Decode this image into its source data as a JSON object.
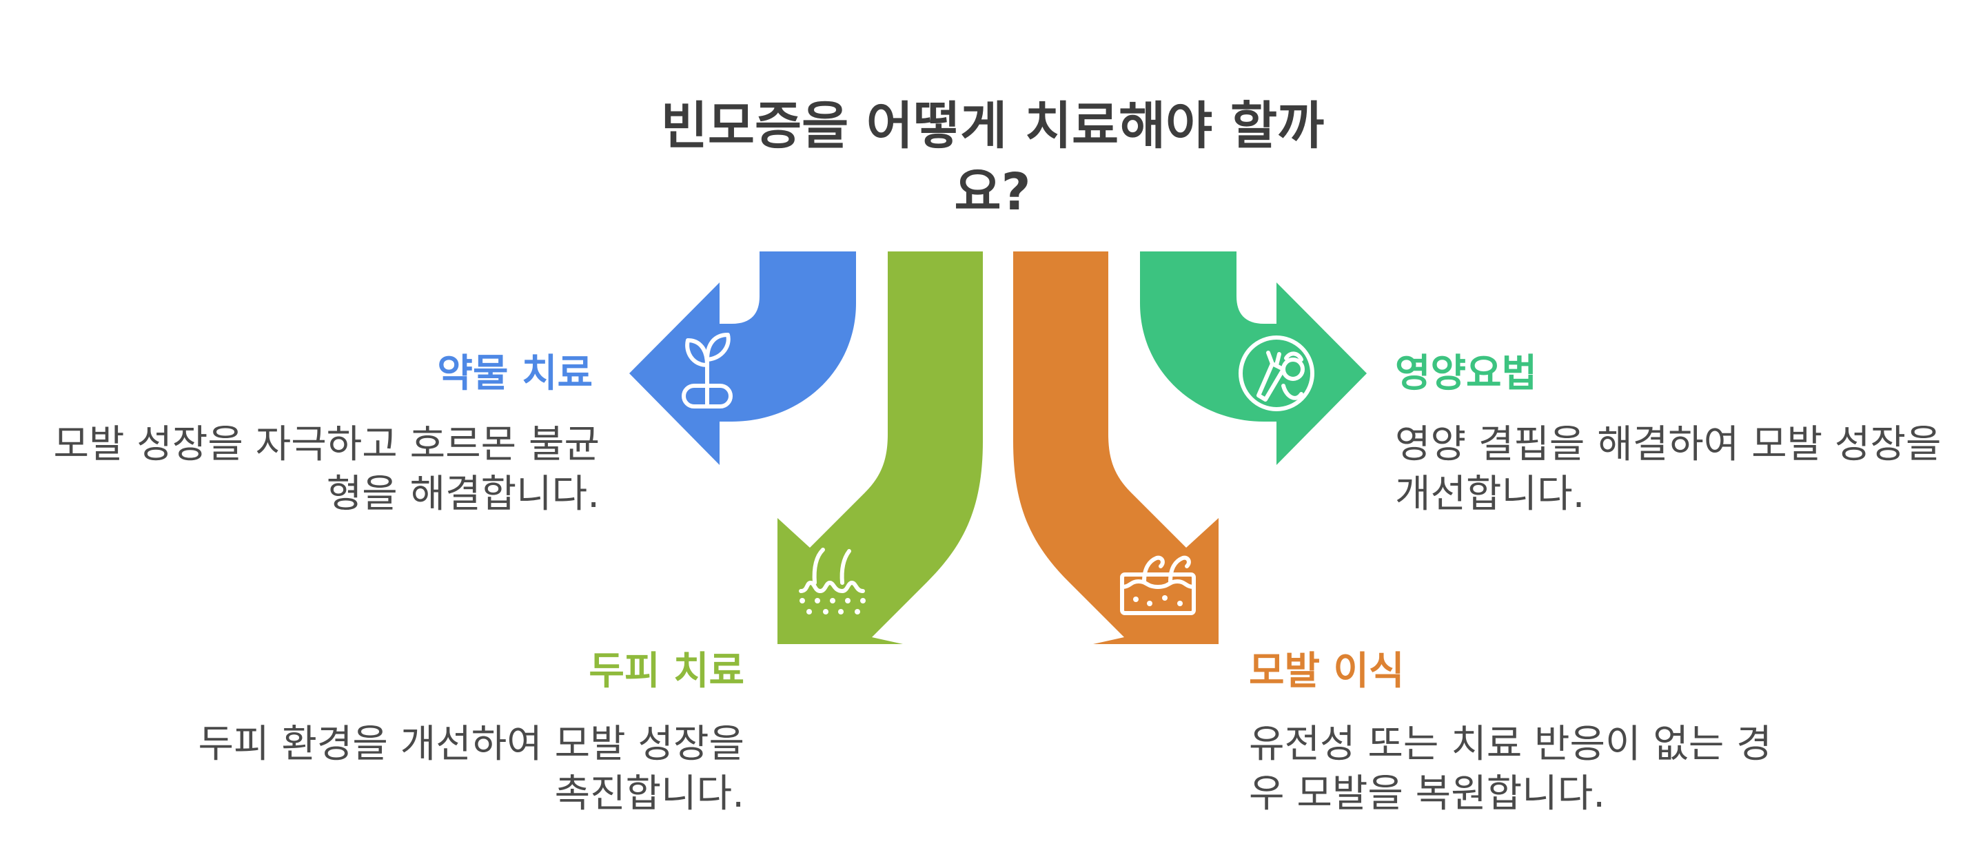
{
  "title": "빈모증을 어떻게 치료해야 할까요?",
  "colors": {
    "medication": "#4e88e5",
    "scalp": "#8fba3c",
    "transplant": "#dd8232",
    "nutrition": "#3cc380",
    "title": "#3d3d3d",
    "text": "#4a4a4a"
  },
  "items": [
    {
      "heading": "약물 치료",
      "description": "모발 성장을 자극하고 호르몬 불균형을 해결합니다.",
      "icon": "sprout-pill-icon"
    },
    {
      "heading": "두피 치료",
      "description": "두피 환경을 개선하여 모발 성장을 촉진합니다.",
      "icon": "hair-follicle-icon"
    },
    {
      "heading": "모발 이식",
      "description": "유전성 또는 치료 반응이 없는 경우 모발을 복원합니다.",
      "icon": "skin-hair-icon"
    },
    {
      "heading": "영양요법",
      "description": "영양 결핍을 해결하여 모발 성장을 개선합니다.",
      "icon": "vegetables-icon"
    }
  ]
}
